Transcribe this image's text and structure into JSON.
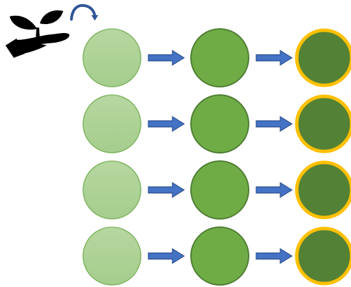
{
  "diagram": {
    "rows": [
      {
        "stages": [
          "light",
          "medium",
          "dark"
        ]
      },
      {
        "stages": [
          "light",
          "medium",
          "dark"
        ]
      },
      {
        "stages": [
          "light",
          "medium",
          "dark"
        ]
      },
      {
        "stages": [
          "light",
          "medium",
          "dark"
        ]
      }
    ],
    "colors": {
      "light_fill_top": "#b7d7a0",
      "light_fill_bottom": "#a5cd8d",
      "light_stroke": "#83b764",
      "medium_fill": "#6fac45",
      "medium_stroke": "#4f7e34",
      "dark_fill": "#538135",
      "dark_stroke": "#ffc000",
      "arrow_fill": "#4472c4",
      "arrow_stroke": "#2f528f",
      "cycle_arrow": "#2f5597",
      "icon": "#000000"
    },
    "icons": {
      "hand_plant": "hand-holding-seedling-icon",
      "cycle": "curved-arrow-icon"
    }
  }
}
